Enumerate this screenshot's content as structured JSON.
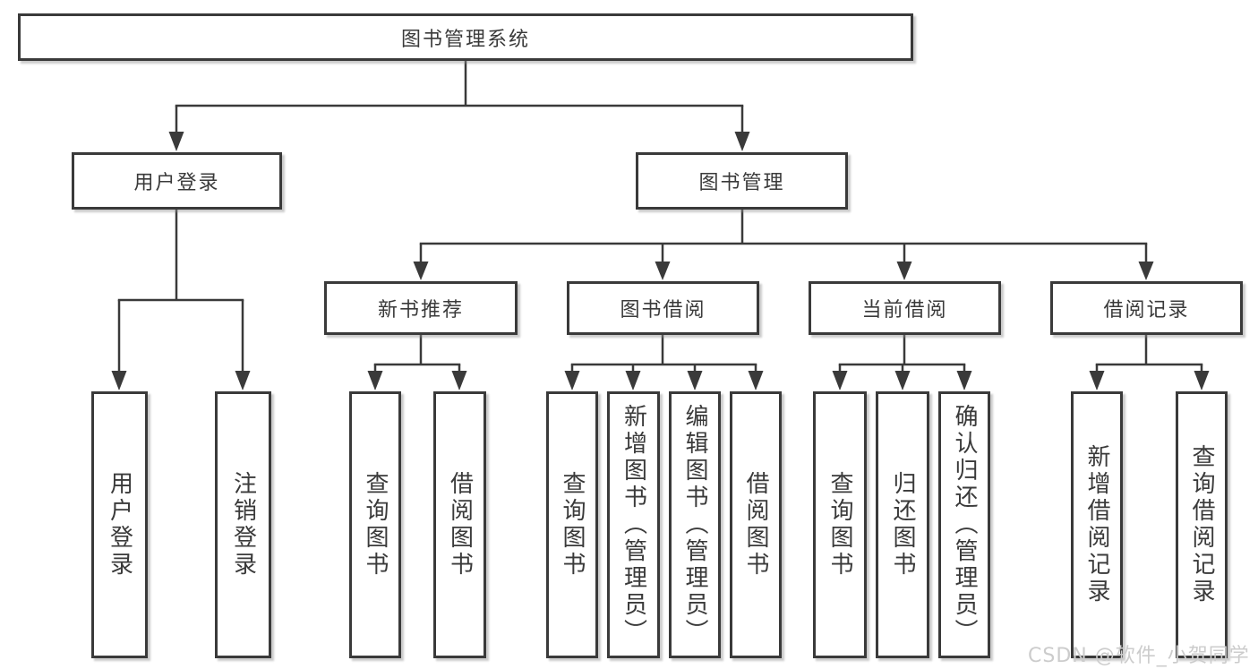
{
  "diagram": {
    "type": "hierarchy-tree",
    "root": {
      "label": "图书管理系统"
    },
    "branches": [
      {
        "label": "用户登录",
        "children": [
          {
            "label": "用户登录"
          },
          {
            "label": "注销登录"
          }
        ]
      },
      {
        "label": "图书管理",
        "children": [
          {
            "label": "新书推荐",
            "children": [
              {
                "label": "查询图书"
              },
              {
                "label": "借阅图书"
              }
            ]
          },
          {
            "label": "图书借阅",
            "children": [
              {
                "label": "查询图书"
              },
              {
                "label": "新增图书（管理员）"
              },
              {
                "label": "编辑图书（管理员）"
              },
              {
                "label": "借阅图书"
              }
            ]
          },
          {
            "label": "当前借阅",
            "children": [
              {
                "label": "查询图书"
              },
              {
                "label": "归还图书"
              },
              {
                "label": "确认归还（管理员）"
              }
            ]
          },
          {
            "label": "借阅记录",
            "children": [
              {
                "label": "新增借阅记录"
              },
              {
                "label": "查询借阅记录"
              }
            ]
          }
        ]
      }
    ]
  },
  "watermark": {
    "text": "CSDN @软件_小贺同学"
  },
  "colors": {
    "line": "#3a3a3a",
    "text": "#3a3a3a",
    "background": "#ffffff",
    "watermark": "#cccccc"
  }
}
